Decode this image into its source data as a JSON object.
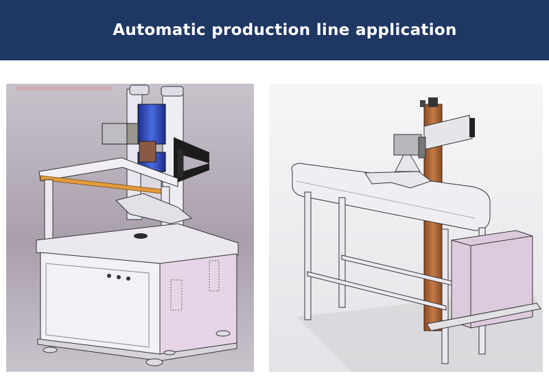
{
  "header": {
    "title": "Automatic production line application",
    "background": "#1f3763",
    "text_color": "#ffffff"
  },
  "images": {
    "left": {
      "icon": "laser-marking-machine-cad-render",
      "colors": {
        "background": "#b3a9b5",
        "frame": "#ece8f0",
        "rail": "#3a5bd1",
        "accent": "#e29a3b",
        "bracket": "#1a1a1a"
      }
    },
    "right": {
      "icon": "conveyor-laser-marking-cad-render",
      "colors": {
        "background": "#ececef",
        "frame": "#ece8f0",
        "column": "#b06a3a",
        "cabinet": "#d9c9da"
      }
    }
  }
}
